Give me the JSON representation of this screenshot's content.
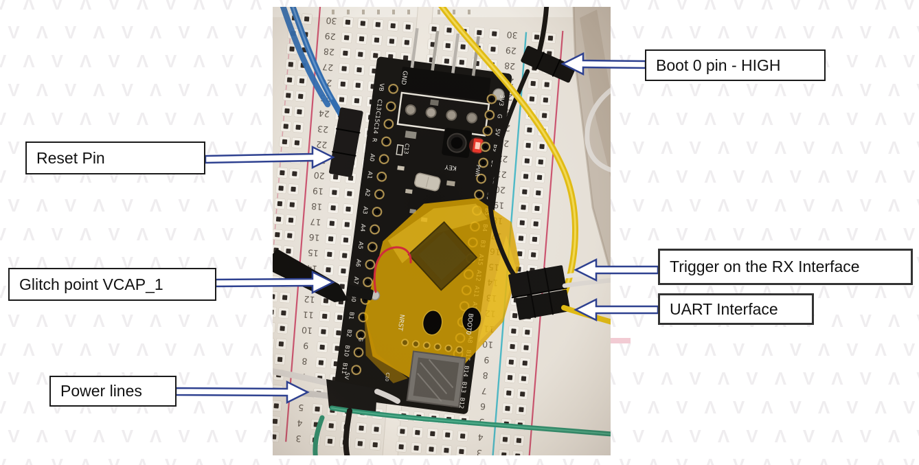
{
  "background": {
    "watermark_glyphs": [
      "V",
      "Λ"
    ],
    "watermark_color": "#efedef",
    "pink_mark_color": "#eeb9c4"
  },
  "arrow_color": "#2e4190",
  "callouts": {
    "boot0": {
      "label": "Boot 0 pin - HIGH"
    },
    "reset": {
      "label": "Reset Pin"
    },
    "glitch": {
      "label": "Glitch point VCAP_1"
    },
    "trigger": {
      "label": "Trigger on the RX Interface"
    },
    "uart": {
      "label": "UART Interface"
    },
    "power": {
      "label": "Power lines"
    }
  },
  "photo": {
    "description_colors": {
      "breadboard": "#e9e4dc",
      "rail_red": "#c83a5e",
      "rail_cyan": "#3ab5c6",
      "board_pcb": "#161412",
      "kapton_tape": "#d9a400",
      "wire_yellow": "#e3bd12",
      "wire_blue": "#2e6cb2",
      "wire_green": "#2c8f6f",
      "wire_white": "#e0dcd8",
      "wire_red": "#cf2a3a",
      "led_red": "#ff2020",
      "table": "#c8beb2"
    },
    "breadboard": {
      "row_numbers_left": [
        "30",
        "29",
        "28",
        "27",
        "26",
        "25",
        "24",
        "23",
        "22",
        "21",
        "20",
        "19",
        "18",
        "17",
        "16",
        "15",
        "14",
        "13",
        "12",
        "11",
        "10",
        "9",
        "8",
        "7",
        "6",
        "5",
        "4",
        "3"
      ],
      "row_numbers_right": [
        "30",
        "29",
        "28",
        "27",
        "26",
        "25",
        "24",
        "23",
        "22",
        "21",
        "20",
        "19",
        "18",
        "17",
        "16",
        "15",
        "14",
        "13",
        "12",
        "11",
        "10",
        "9",
        "8",
        "7",
        "6",
        "5",
        "4",
        "3"
      ]
    },
    "board": {
      "left_pins": [
        "VB",
        "C13",
        "C15C14",
        "R",
        "A0",
        "A1",
        "A2",
        "A3",
        "A4",
        "A5",
        "A6",
        "A7",
        "B0",
        "B1",
        "B2",
        "B10",
        "B11"
      ],
      "right_pins": [
        "3V3",
        "G",
        "5V",
        "B9",
        "B8",
        "B7",
        "B6",
        "B5",
        "B4",
        "B3",
        "A15",
        "A12",
        "A11",
        "A10",
        "A9",
        "A8",
        "B15",
        "B14",
        "B13",
        "B12"
      ],
      "silkscreen": [
        "GND",
        "C13",
        "KEY",
        "PWR",
        "NRST",
        "BOOT0",
        "G",
        "C10",
        "5V"
      ]
    }
  }
}
